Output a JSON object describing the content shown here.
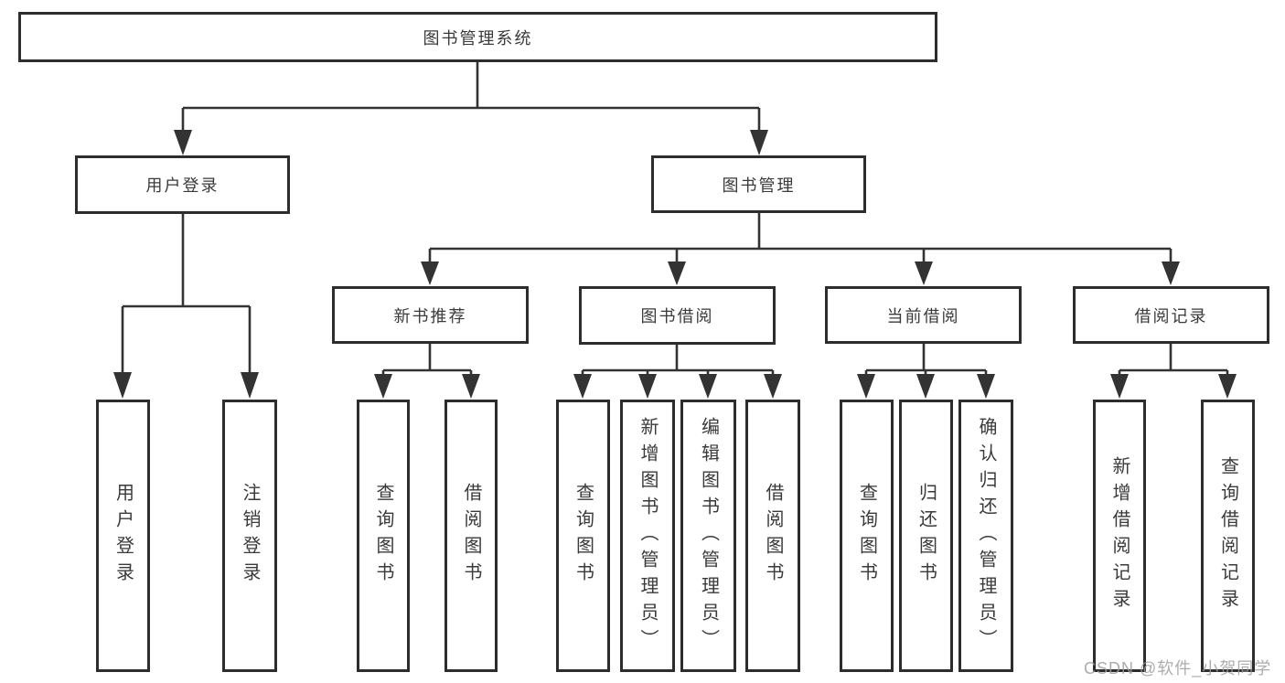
{
  "tree": {
    "root": "图书管理系统",
    "children": [
      {
        "label": "用户登录",
        "children": [
          {
            "label": "用户登录"
          },
          {
            "label": "注销登录"
          }
        ]
      },
      {
        "label": "图书管理",
        "children": [
          {
            "label": "新书推荐",
            "children": [
              {
                "label": "查询图书"
              },
              {
                "label": "借阅图书"
              }
            ]
          },
          {
            "label": "图书借阅",
            "children": [
              {
                "label": "查询图书"
              },
              {
                "label": "新增图书（管理员）"
              },
              {
                "label": "编辑图书（管理员）"
              },
              {
                "label": "借阅图书"
              }
            ]
          },
          {
            "label": "当前借阅",
            "children": [
              {
                "label": "查询图书"
              },
              {
                "label": "归还图书"
              },
              {
                "label": "确认归还（管理员）"
              }
            ]
          },
          {
            "label": "借阅记录",
            "children": [
              {
                "label": "新增借阅记录"
              },
              {
                "label": "查询借阅记录"
              }
            ]
          }
        ]
      }
    ]
  },
  "watermark": {
    "text": "CSDN @软件_小贺同学"
  },
  "colors": {
    "line": "#333333",
    "box_border": "#2d2d2d",
    "text": "#3a3a3a",
    "watermark": "#9e9e9e",
    "background": "#ffffff"
  }
}
